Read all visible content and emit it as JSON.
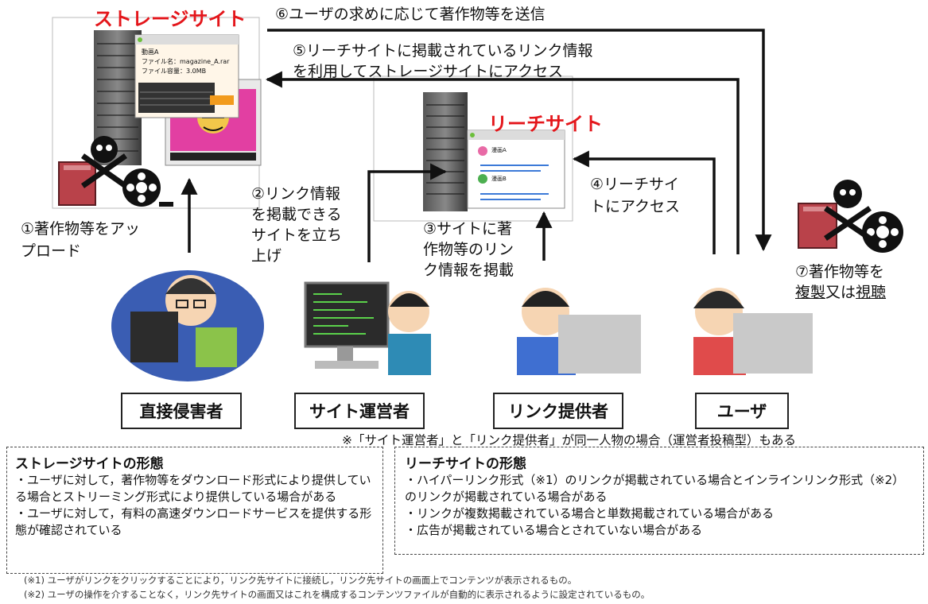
{
  "storage_site": {
    "title": "ストレージサイト",
    "window_title": "動画A",
    "file_name": "ファイル名：magazine_A.rar",
    "file_size": "ファイル容量：3.0MB"
  },
  "leech_site": {
    "title": "リーチサイト",
    "entries": [
      "漫画A",
      "漫画B"
    ]
  },
  "steps": {
    "s1": [
      "①著作物等をアッ",
      "プロード"
    ],
    "s2": [
      "②リンク情報",
      "を掲載できる",
      "サイトを立ち",
      "上げ"
    ],
    "s3": [
      "③サイトに著",
      "作物等のリン",
      "ク情報を掲載"
    ],
    "s4": [
      "④リーチサイ",
      "トにアクセス"
    ],
    "s5": [
      "⑤リーチサイトに掲載されているリンク情報",
      "を利用してストレージサイトにアクセス"
    ],
    "s6": "⑥ユーザの求めに応じて著作物等を送信",
    "s7": {
      "line1": "⑦著作物等を",
      "dup": "複製",
      "or": "又は",
      "view": "視聴"
    }
  },
  "roles": [
    "直接侵害者",
    "サイト運営者",
    "リンク提供者",
    "ユーザ"
  ],
  "note": "※「サイト運営者」と「リンク提供者」が同一人物の場合（運営者投稿型）もある",
  "storage_box": {
    "title": "ストレージサイトの形態",
    "items": [
      "・ユーザに対して，著作物等をダウンロード形式により提供している場合とストリーミング形式により提供している場合がある",
      "・ユーザに対して，有料の高速ダウンロードサービスを提供する形態が確認されている"
    ]
  },
  "leech_box": {
    "title": "リーチサイトの形態",
    "items": [
      "・ハイパーリンク形式（※1）のリンクが掲載されている場合とインラインリンク形式（※2）のリンクが掲載されている場合がある",
      "・リンクが複数掲載されている場合と単数掲載されている場合がある",
      "・広告が掲載されている場合とされていない場合がある"
    ]
  },
  "footnotes": [
    "(※1) ユーザがリンクをクリックすることにより，リンク先サイトに接続し，リンク先サイトの画面上でコンテンツが表示されるもの。",
    "(※2) ユーザの操作を介することなく，リンク先サイトの画面又はこれを構成するコンテンツファイルが自動的に表示されるように設定されているもの。"
  ],
  "colors": {
    "accent_red": "#e4161b",
    "line": "#111111"
  }
}
